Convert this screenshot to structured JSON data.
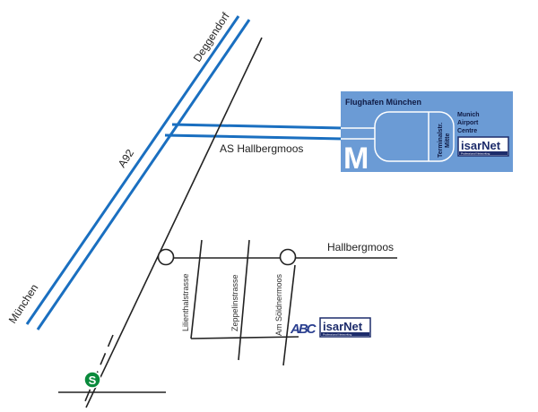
{
  "colors": {
    "motorway": "#1a6fc0",
    "road": "#222222",
    "airport_box": "#6b9bd5",
    "sbahn": "#0a8a3c"
  },
  "labels": {
    "deggendorf": "Deggendorf",
    "a92": "A92",
    "muenchen": "München",
    "as_hallbergmoos": "AS Hallbergmoos",
    "hallbergmoos": "Hallbergmoos",
    "lilienthalstrasse": "Lilienthalstrasse",
    "zeppelinstrasse": "Zeppelinstrasse",
    "am_soeldnermoos": "Am Söldnermoos"
  },
  "airport": {
    "title": "Flughafen München",
    "m_letter": "M",
    "terminal_line1": "Terminalstr.",
    "terminal_line2": "Mitte",
    "centre_line1": "Munich",
    "centre_line2": "Airport",
    "centre_line3": "Centre"
  },
  "logos": {
    "isarnet": "isarNet",
    "isarnet_tagline": "Professional Networking",
    "abc": "ABC"
  },
  "sbahn_symbol": "S"
}
